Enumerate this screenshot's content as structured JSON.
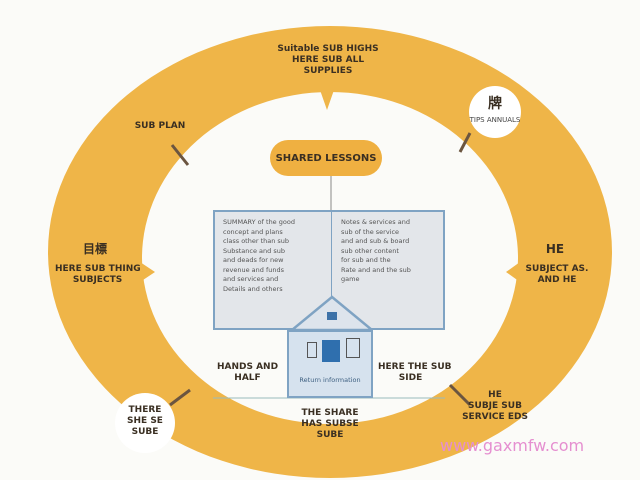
{
  "center_title": "SHARED LESSONS",
  "panel_left": "SUMMARY of the good\nconcept and plans\nclass other than sub\nSubstance and sub\nand deads for new\nrevenue and funds\nand services and\nDetails and others",
  "panel_right": "Notes & services and\nsub of the service\nand and sub & board\nsub other content\nfor sub and the\nRate and and the sub\ngame",
  "lower_box_label": "Return information",
  "side_left": "HANDS AND\nHALF",
  "side_right": "HERE THE SUB\nSIDE",
  "bottom_center": "THE SHARE\nHAS SUBSE\nSUBE",
  "ring_labels": {
    "top": "Suitable SUB HIGHS\nHERE SUB ALL\nSUPPLIES",
    "top_left": "SUB PLAN",
    "top_right_title": "牌",
    "top_right_sub": "TIPS ANNUALS",
    "left_title": "目標",
    "left_sub": "HERE SUB THING\nSUBJECTS",
    "right_title": "HE",
    "right_sub": "SUBJECT AS.\nAND HE",
    "bottom_left": "THERE\nSHE SE\nSUBE",
    "bottom_right": "HE\nSUBJE SUB\nSERVICE EDS"
  },
  "watermark": "www.gaxmfw.com",
  "colors": {
    "ring": "#efb548",
    "panel_border": "#7fa3c3",
    "panel_fill": "#e3e6ea",
    "watermark": "#e58fd0"
  }
}
